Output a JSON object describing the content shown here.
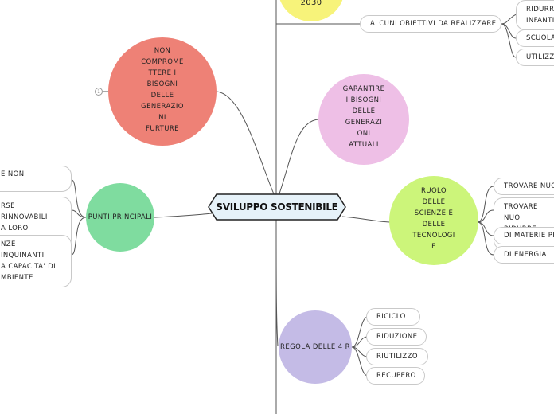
{
  "central_topic": "SVILUPPO SOSTENIBILE",
  "colors": {
    "agenda": "#f7f37a",
    "non_compromettere": "#ee8176",
    "garantire": "#eebfe6",
    "punti": "#7fdc9f",
    "ruolo": "#ccf57a",
    "regola": "#c4bbe6",
    "line": "#555555"
  },
  "nodes": {
    "agenda": "2030",
    "non_compromettere": [
      "NON",
      "COMPROME",
      "TTERE I",
      "BISOGNI",
      "DELLE",
      "GENERAZIO",
      "NI",
      "FURTURE"
    ],
    "collapse_marker": "1",
    "garantire": [
      "GARANTIRE",
      "I BISOGNI",
      "DELLE",
      "GENERAZI",
      "ONI",
      "ATTUALI"
    ],
    "punti": "PUNTI PRINCIPALI",
    "ruolo": [
      "RUOLO",
      "DELLE",
      "SCIENZE E",
      "DELLE",
      "TECNOLOGI",
      "E"
    ],
    "regola": "REGOLA DELLE 4 R"
  },
  "obiettivi": {
    "label": "ALCUNI OBIETTIVI DA REALIZZARE",
    "items": [
      [
        "RIDURR",
        "INFANTI"
      ],
      [
        "SCUOLA"
      ],
      [
        "UTILIZZO"
      ]
    ]
  },
  "punti_items": [
    [
      "E NON"
    ],
    [
      "RSE RINNOVABILI",
      "A LORO CAPACITA'"
    ],
    [
      "NZE INQUINANTI",
      "A CAPACITA' DI",
      "MBIENTE"
    ]
  ],
  "ruolo_items": [
    [
      "TROVARE NUOV"
    ],
    [
      "TROVARE NUO",
      "RIDURRE I CO"
    ],
    [
      "DI MATERIE PR"
    ],
    [
      "DI ENERGIA"
    ]
  ],
  "regola_items": [
    "RICICLO",
    "RIDUZIONE",
    "RIUTILIZZO",
    "RECUPERO"
  ]
}
